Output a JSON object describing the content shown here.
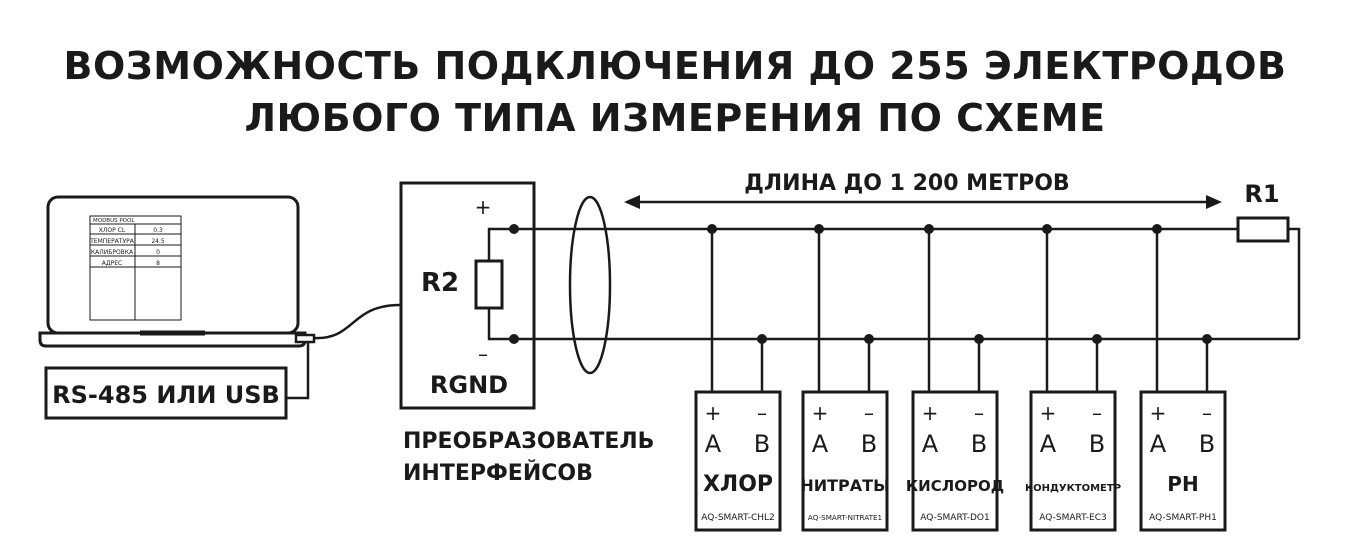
{
  "title": {
    "line1": "ВОЗМОЖНОСТЬ ПОДКЛЮЧЕНИЯ ДО 255 ЭЛЕКТРОДОВ",
    "line2": "ЛЮБОГО ТИПА ИЗМЕРЕНИЯ ПО СХЕМЕ"
  },
  "laptop": {
    "screen_title": "MODBUS POOL",
    "rows": [
      {
        "label": "ХЛОР CL",
        "value": "0.3"
      },
      {
        "label": "ТЕМПЕРАТУРА",
        "value": "24.5"
      },
      {
        "label": "КАЛИБРОВКА",
        "value": "0"
      },
      {
        "label": "АДРЕС",
        "value": "8"
      }
    ]
  },
  "connection_label": "RS-485 ИЛИ USB",
  "converter": {
    "plus": "+",
    "minus": "–",
    "resistor": "R2",
    "ground": "RGND",
    "caption_line1": "ПРЕОБРАЗОВАТЕЛЬ",
    "caption_line2": "ИНТЕРФЕЙСОВ"
  },
  "bus": {
    "length_label": "ДЛИНА ДО 1 200 МЕТРОВ",
    "terminator": "R1"
  },
  "devices": [
    {
      "plus": "+",
      "minus": "–",
      "a": "A",
      "b": "B",
      "name": "ХЛОР",
      "model": "AQ-SMART-CHL2"
    },
    {
      "plus": "+",
      "minus": "–",
      "a": "A",
      "b": "B",
      "name": "НИТРАТЫ",
      "model": "AQ-SMART-NITRATE1"
    },
    {
      "plus": "+",
      "minus": "–",
      "a": "A",
      "b": "B",
      "name": "КИСЛОРОД",
      "model": "AQ-SMART-DO1"
    },
    {
      "plus": "+",
      "minus": "–",
      "a": "A",
      "b": "B",
      "name": "КОНДУКТОМЕТР",
      "model": "AQ-SMART-EC3"
    },
    {
      "plus": "+",
      "minus": "–",
      "a": "A",
      "b": "B",
      "name": "PH",
      "model": "AQ-SMART-PH1"
    }
  ],
  "colors": {
    "ink": "#1a1a1a",
    "background": "#ffffff"
  }
}
